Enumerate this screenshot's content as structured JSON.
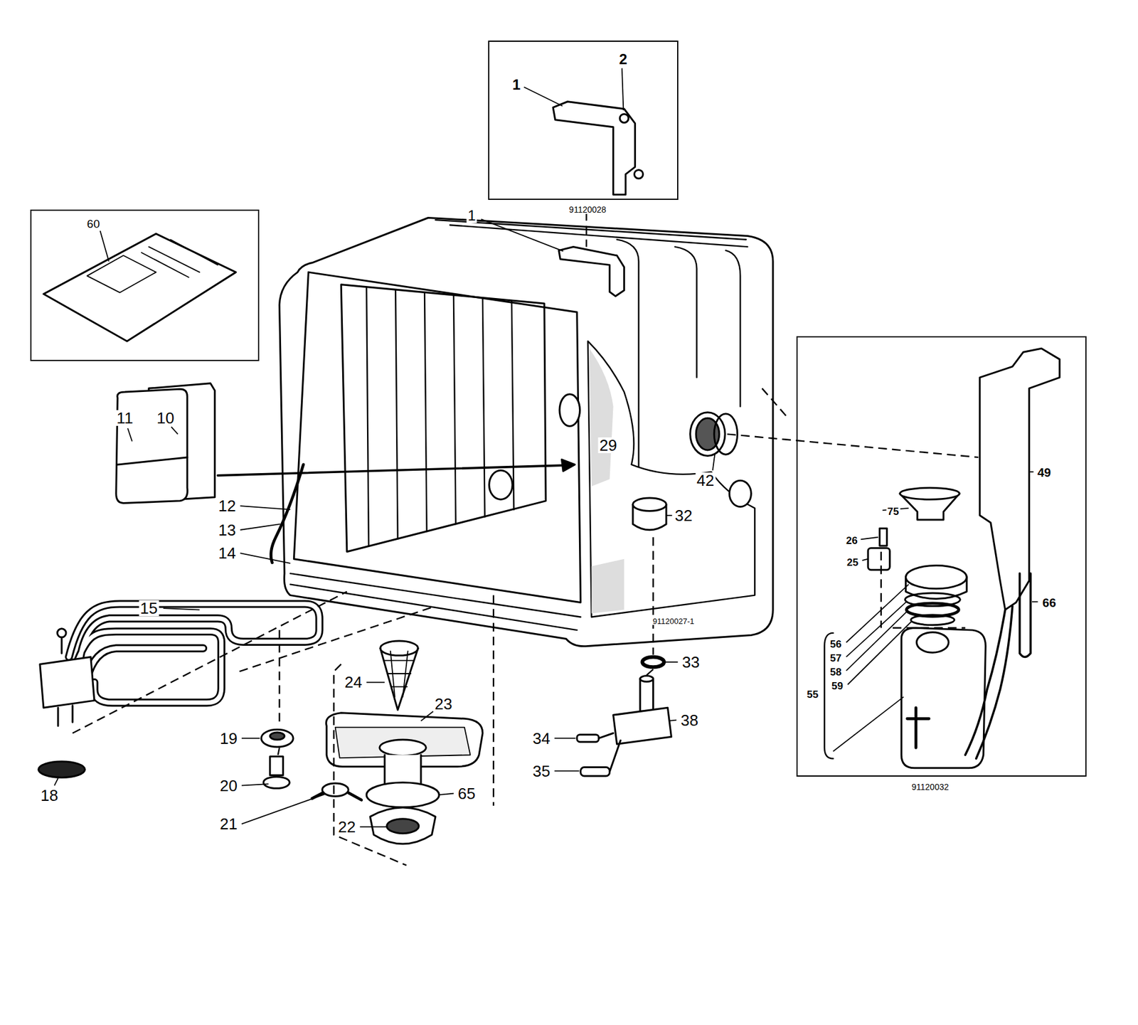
{
  "diagram": {
    "nodes": [
      {
        "text": [
          "1",
          "2",
          "91120028"
        ]
      },
      {
        "text": [
          "60"
        ]
      },
      {
        "text": [
          "49",
          "75",
          "26",
          "25",
          "56",
          "57",
          "58",
          "59",
          "55",
          "66",
          "91120032"
        ]
      }
    ],
    "labels": [
      "1",
      "29",
      "42",
      "32",
      "11",
      "10",
      "12",
      "13",
      "14",
      "15",
      "91120027-1",
      "33",
      "38",
      "34",
      "35",
      "24",
      "23",
      "19",
      "20",
      "21",
      "22",
      "65",
      "18"
    ]
  }
}
